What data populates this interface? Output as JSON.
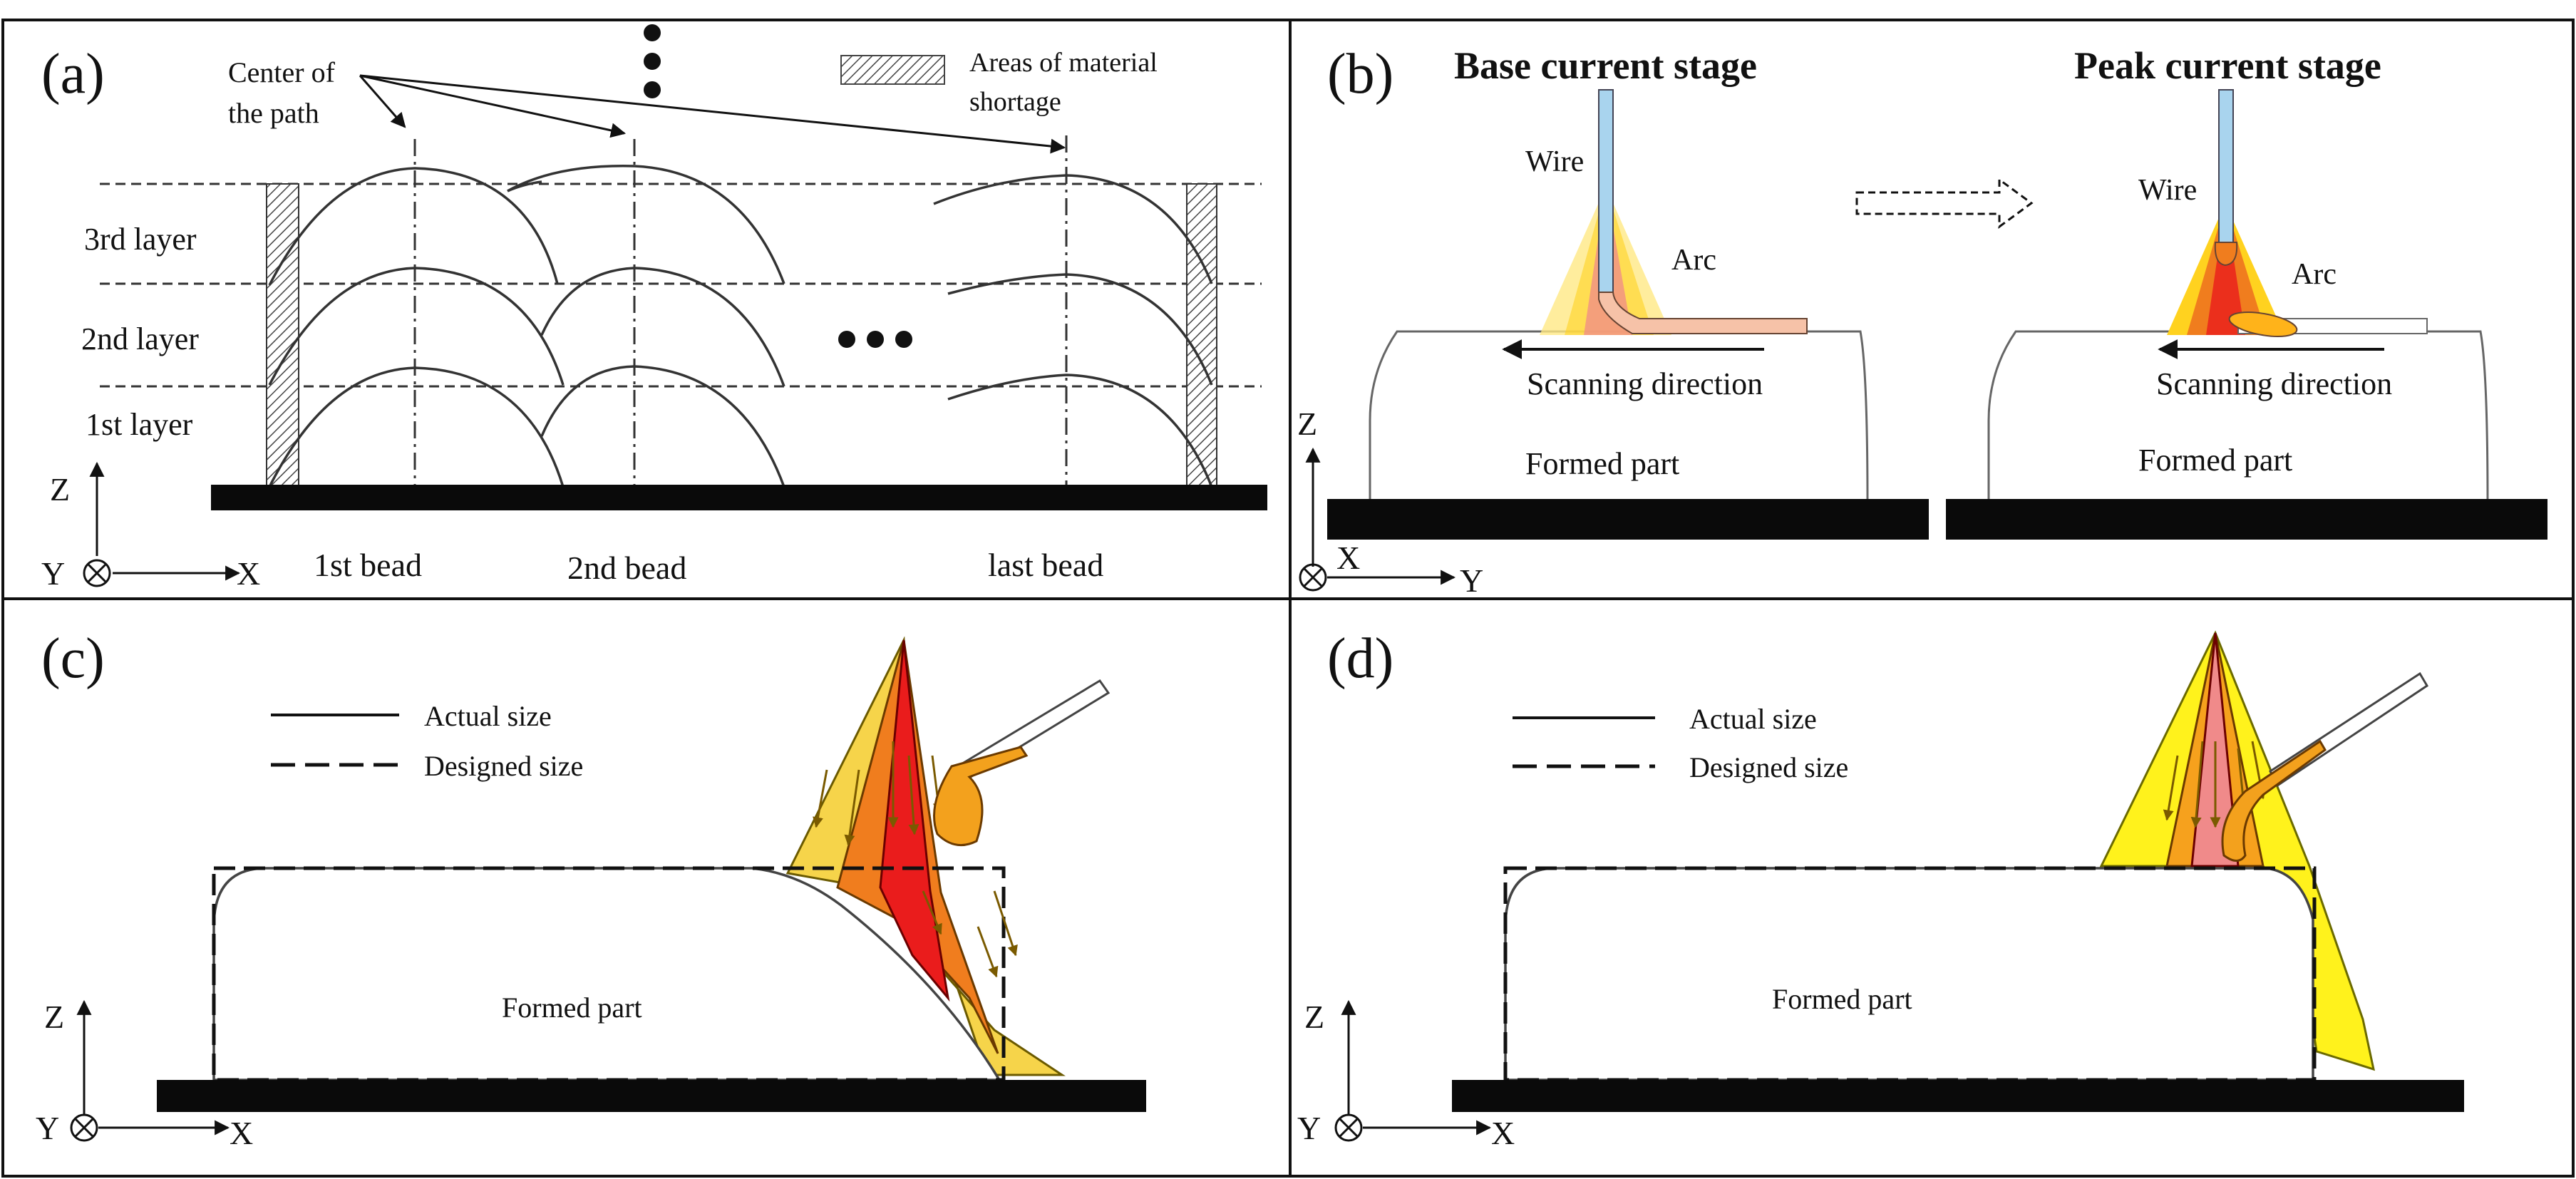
{
  "panel_a": {
    "tag": "(a)",
    "center_label": [
      "Center of",
      "the path"
    ],
    "legend_label": [
      "Areas of material",
      "shortage"
    ],
    "layers": [
      "3rd layer",
      "2nd layer",
      "1st layer"
    ],
    "beads": [
      "1st bead",
      "2nd bead",
      "last bead"
    ],
    "axes": {
      "z": "Z",
      "y": "Y",
      "x": "X"
    }
  },
  "panel_b": {
    "tag": "(b)",
    "base_title": "Base current stage",
    "peak_title": "Peak current stage",
    "wire_label": "Wire",
    "arc_label": "Arc",
    "scan_label": "Scanning direction",
    "part_label": "Formed  part",
    "axes": {
      "z": "Z",
      "x": "X",
      "y": "Y"
    }
  },
  "panel_c": {
    "tag": "(c)",
    "legend_actual": "Actual size",
    "legend_designed": "Designed size",
    "part_label": "Formed part",
    "axes": {
      "z": "Z",
      "y": "Y",
      "x": "X"
    }
  },
  "panel_d": {
    "tag": "(d)",
    "legend_actual": "Actual size",
    "legend_designed": "Designed size",
    "part_label": "Formed part",
    "axes": {
      "z": "Z",
      "y": "Y",
      "x": "X"
    }
  },
  "colors": {
    "wire": "#a9d4ee",
    "arc_yellow": "#ffd21f",
    "arc_orange": "#f07d1e",
    "arc_red": "#ea1c1c",
    "arc_pink": "#f08a8a",
    "hatch": "#555555"
  }
}
